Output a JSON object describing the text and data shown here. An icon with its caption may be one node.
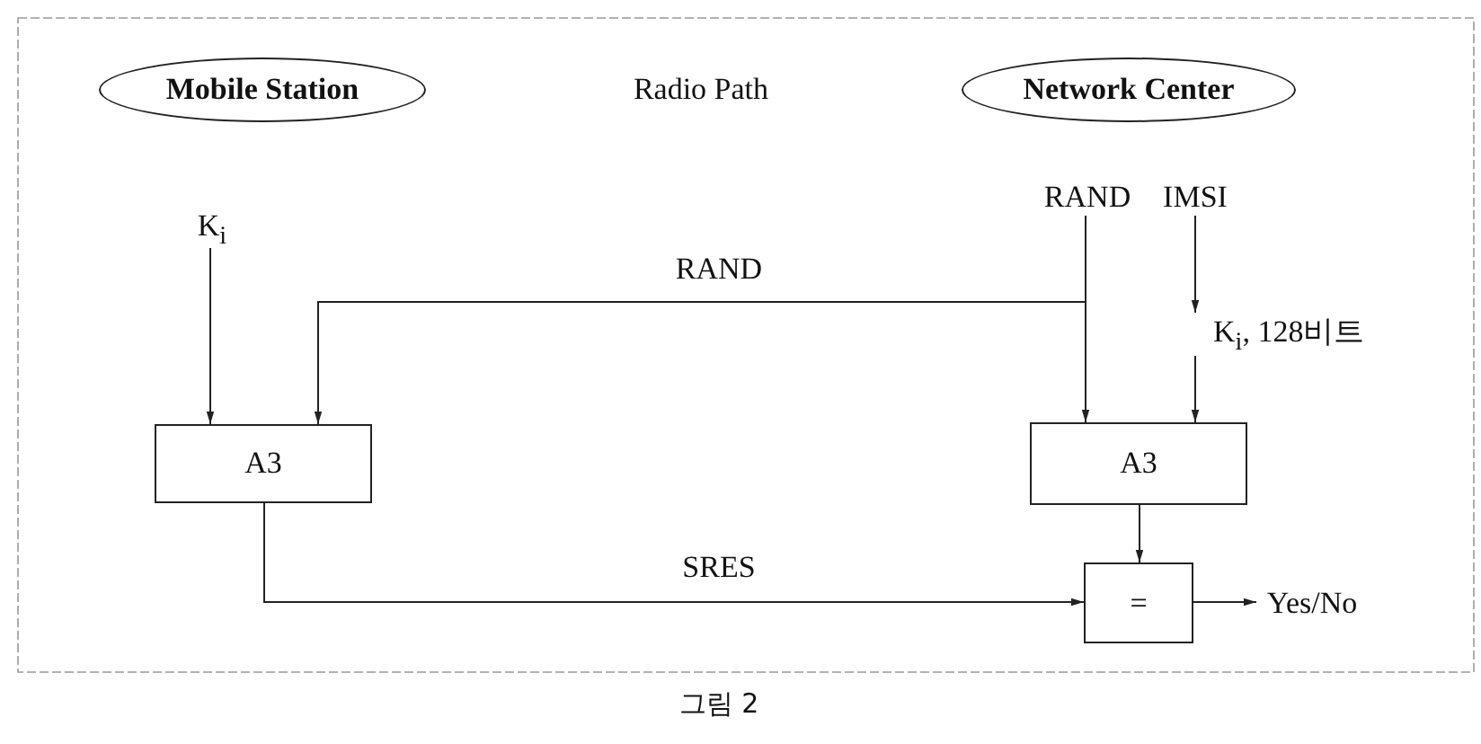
{
  "diagram": {
    "caption": "그림 2",
    "nodes": [
      {
        "text": [
          "Mobile Station"
        ]
      },
      {
        "text": [
          "Network Center"
        ]
      },
      {
        "text": [
          "RAND"
        ]
      },
      {
        "text": [
          "IMSI"
        ]
      },
      {
        "text": [
          "K$_{i}$"
        ]
      },
      {
        "text": [
          "K$_{i}$, 128비트"
        ]
      },
      {
        "text": [
          "A3"
        ]
      },
      {
        "text": [
          "A3"
        ]
      },
      {
        "text": [
          "="
        ]
      },
      {
        "text": [
          "Yes/No"
        ]
      }
    ],
    "edges": [
      {
        "from": 2,
        "to": 7,
        "arrow": "to"
      },
      {
        "from": 2,
        "to": 6,
        "arrow": "to",
        "label": "RAND"
      },
      {
        "from": 3,
        "to": 5,
        "arrow": "to"
      },
      {
        "from": 5,
        "to": 7,
        "arrow": "to"
      },
      {
        "from": 4,
        "to": 6,
        "arrow": "to"
      },
      {
        "from": 6,
        "to": 8,
        "arrow": "to",
        "label": "SRES"
      },
      {
        "from": 7,
        "to": 8,
        "arrow": "to"
      },
      {
        "from": 8,
        "to": 9,
        "arrow": "to"
      }
    ],
    "labels": [
      "Radio Path"
    ]
  }
}
